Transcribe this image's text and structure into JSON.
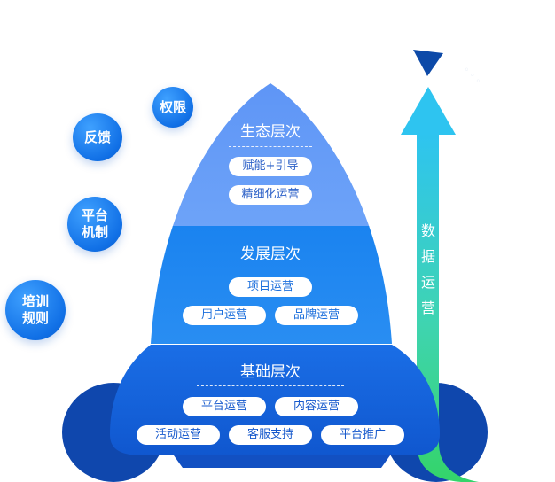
{
  "bubbles": {
    "permission": "权限",
    "feedback": "反馈",
    "platform_mechanism": "平台\n机制",
    "training_rules": "培训\n规则"
  },
  "layers": {
    "ecology": {
      "title": "生态层次",
      "items": [
        "赋能+引导",
        "精细化运营"
      ]
    },
    "development": {
      "title": "发展层次",
      "items": [
        "项目运营",
        "用户运营",
        "品牌运营"
      ]
    },
    "foundation": {
      "title": "基础层次",
      "items": [
        "平台运营",
        "内容运营",
        "活动运营",
        "客服支持",
        "平台推广"
      ]
    }
  },
  "arrow": {
    "label": "数\n据\n运\n营"
  },
  "colors": {
    "ecology": "#6b9ef8",
    "development": "#1e85ef",
    "foundation": "#1460d8",
    "navy": "#0f4ab0",
    "pill_text_top": "#2e62c8",
    "pill_text_mid": "#1c6fdc",
    "pill_text_bottom": "#1558cc"
  }
}
